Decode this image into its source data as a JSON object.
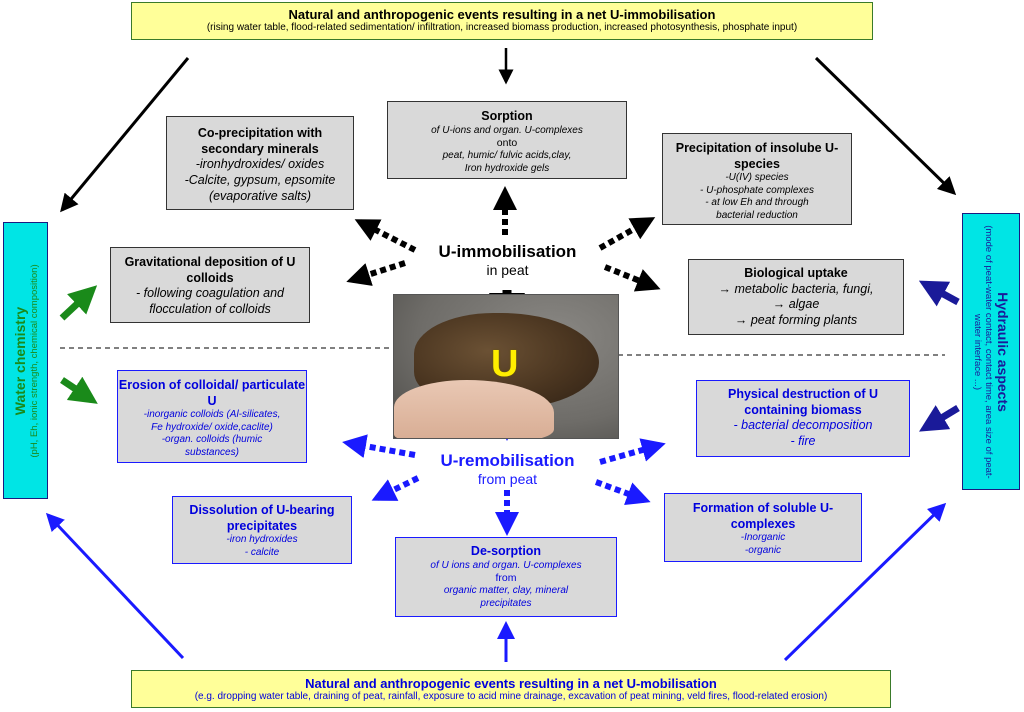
{
  "top_box": {
    "title": "Natural and anthropogenic events resulting in a net U-immobilisation",
    "subtitle": "(rising water table, flood-related sedimentation/ infiltration, increased biomass production, increased photosynthesis, phosphate input)"
  },
  "bottom_box": {
    "title": "Natural and anthropogenic events resulting in a net U-mobilisation",
    "subtitle": "(e.g. dropping  water table, draining of peat, rainfall, exposure to acid mine drainage, excavation of peat mining, veld fires, flood-related erosion)"
  },
  "left_side": {
    "title": "Water chemistry",
    "subtitle": "(pH, Eh, ionic strength, chemical composition)"
  },
  "right_side": {
    "title": "Hydraulic aspects",
    "subtitle": "(mode of peat-water contact, contact time, area size of peat-water interface ...)"
  },
  "center": {
    "immob_title": "U-immobilisation",
    "immob_sub": "in peat",
    "remob_title": "U-remobilisation",
    "remob_sub": "from peat",
    "u_label": "U"
  },
  "immobilisation_boxes": {
    "coprecip": {
      "title": "Co-precipitation with secondary minerals",
      "lines": [
        "-ironhydroxides/ oxides",
        "-Calcite, gypsum, epsomite",
        "(evaporative salts)"
      ]
    },
    "sorption": {
      "title": "Sorption",
      "lines": [
        "of U-ions and organ. U-complexes",
        "onto",
        "peat, humic/ fulvic acids,clay,",
        "Iron hydroxide gels"
      ]
    },
    "precipitation": {
      "title": "Precipitation of insolube U-species",
      "lines": [
        "-U(IV) species",
        "- U-phosphate complexes",
        "- at low Eh and through",
        "bacterial reduction"
      ]
    },
    "gravitational": {
      "title": "Gravitational deposition of U colloids",
      "lines": [
        "- following coagulation and",
        "flocculation of colloids"
      ]
    },
    "biological": {
      "title": "Biological uptake",
      "lines": [
        "→ metabolic bacteria, fungi,",
        "→ algae",
        "→ peat forming plants"
      ]
    }
  },
  "remobilisation_boxes": {
    "erosion": {
      "title": "Erosion of colloidal/ particulate U",
      "lines": [
        "-inorganic colloids (Al-silicates,",
        "Fe hydroxide/ oxide,caclite)",
        "-organ. colloids (humic",
        "substances)"
      ]
    },
    "physical": {
      "title": "Physical destruction of U containing biomass",
      "lines": [
        "- bacterial decomposition",
        "- fire"
      ]
    },
    "dissolution": {
      "title": "Dissolution of U-bearing precipitates",
      "lines": [
        "-iron hydroxides",
        "- calcite"
      ]
    },
    "desorption": {
      "title": "De-sorption",
      "lines": [
        "of U ions and organ. U-complexes",
        "from",
        "organic matter, clay, mineral",
        "precipitates"
      ]
    },
    "formation": {
      "title": "Formation of soluble U-complexes",
      "lines": [
        "-Inorganic",
        "-organic"
      ]
    }
  },
  "colors": {
    "yellow_box": "#ffff99",
    "cyan_box": "#00e5e5",
    "gray_box": "#d9d9d9",
    "blue_text": "#0000dd",
    "green_arrow": "#1a8a1a",
    "navy_arrow": "#1a1a99"
  }
}
